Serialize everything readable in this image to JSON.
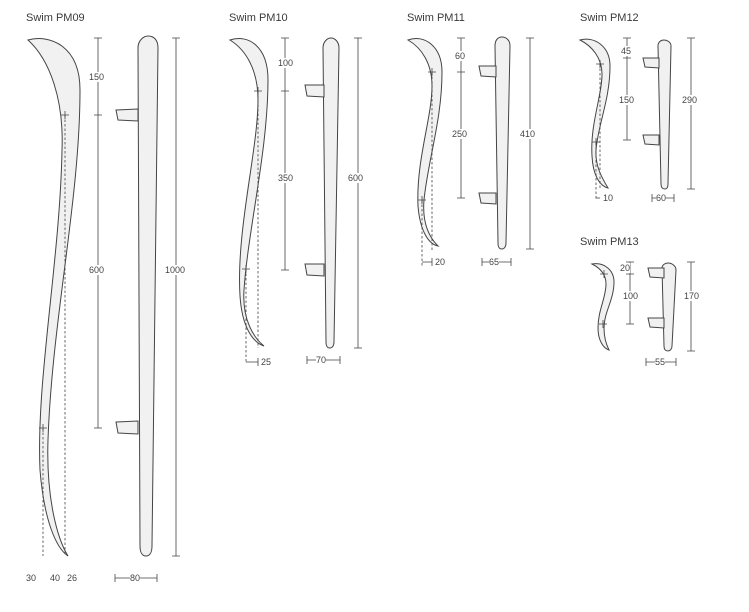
{
  "models": [
    {
      "title": "Swim PM09",
      "dims": {
        "top": "150",
        "mid": "600",
        "total": "1000",
        "width": "80",
        "bottom_a": "30",
        "bottom_b": "40",
        "bottom_c": "26"
      }
    },
    {
      "title": "Swim PM10",
      "dims": {
        "top": "100",
        "mid": "350",
        "total": "600",
        "width": "70",
        "bottom": "25"
      }
    },
    {
      "title": "Swim PM11",
      "dims": {
        "top": "60",
        "mid": "250",
        "total": "410",
        "width": "65",
        "bottom": "20"
      }
    },
    {
      "title": "Swim PM12",
      "dims": {
        "top": "45",
        "mid": "150",
        "total": "290",
        "width": "60",
        "bottom": "10"
      }
    },
    {
      "title": "Swim PM13",
      "dims": {
        "top": "20",
        "mid": "100",
        "total": "170",
        "width": "55"
      }
    }
  ]
}
